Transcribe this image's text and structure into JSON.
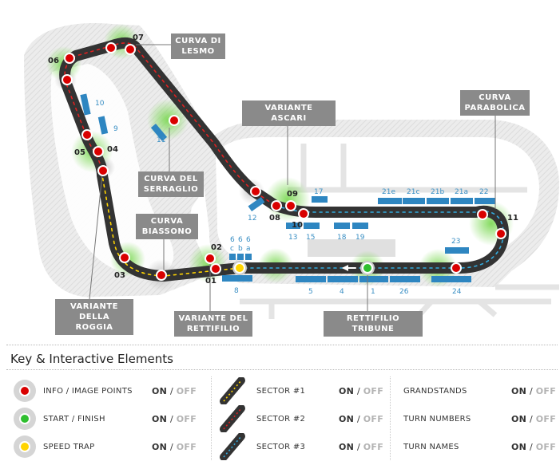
{
  "turn_numbers": [
    "07",
    "06",
    "05",
    "04",
    "03",
    "02",
    "01",
    "09",
    "08",
    "10",
    "11"
  ],
  "turn_names": {
    "lesmo": "CURVA DI\nLESMO",
    "ascari": "VARIANTE ASCARI",
    "parabolica": "CURVA\nPARABOLICA",
    "serraglio": "CURVA DEL\nSERRAGLIO",
    "biassono": "CURVA\nBIASSONO",
    "roggia": "VARIANTE\nDELLA ROGGIA",
    "rettifilio": "VARIANTE DEL\nRETTIFILIO",
    "tribune": "RETTIFILIO TRIBUNE"
  },
  "grandstands": [
    "10",
    "9",
    "11",
    "12",
    "17",
    "21e",
    "21c",
    "21b",
    "21a",
    "22",
    "13",
    "15",
    "18",
    "19",
    "23",
    "6",
    "6",
    "6",
    "c",
    "b",
    "a",
    "8",
    "5",
    "4",
    "1",
    "26",
    "24"
  ],
  "key": {
    "title": "Key & Interactive Elements",
    "on": "ON",
    "slash": " / ",
    "off": "OFF",
    "items": [
      {
        "label": "INFO / IMAGE POINTS",
        "icon": "info-point-icon",
        "color": "#d90000"
      },
      {
        "label": "START / FINISH",
        "icon": "start-finish-icon",
        "color": "#2fbf2f"
      },
      {
        "label": "SPEED TRAP",
        "icon": "speed-trap-icon",
        "color": "#ffd400"
      },
      {
        "label": "SECTOR #1",
        "icon": "sector-1-icon",
        "color": "#ffd400"
      },
      {
        "label": "SECTOR #2",
        "icon": "sector-2-icon",
        "color": "#e02020"
      },
      {
        "label": "SECTOR #3",
        "icon": "sector-3-icon",
        "color": "#33aadd"
      },
      {
        "label": "GRANDSTANDS",
        "icon": "",
        "color": ""
      },
      {
        "label": "TURN NUMBERS",
        "icon": "",
        "color": ""
      },
      {
        "label": "TURN NAMES",
        "icon": "",
        "color": ""
      }
    ]
  }
}
